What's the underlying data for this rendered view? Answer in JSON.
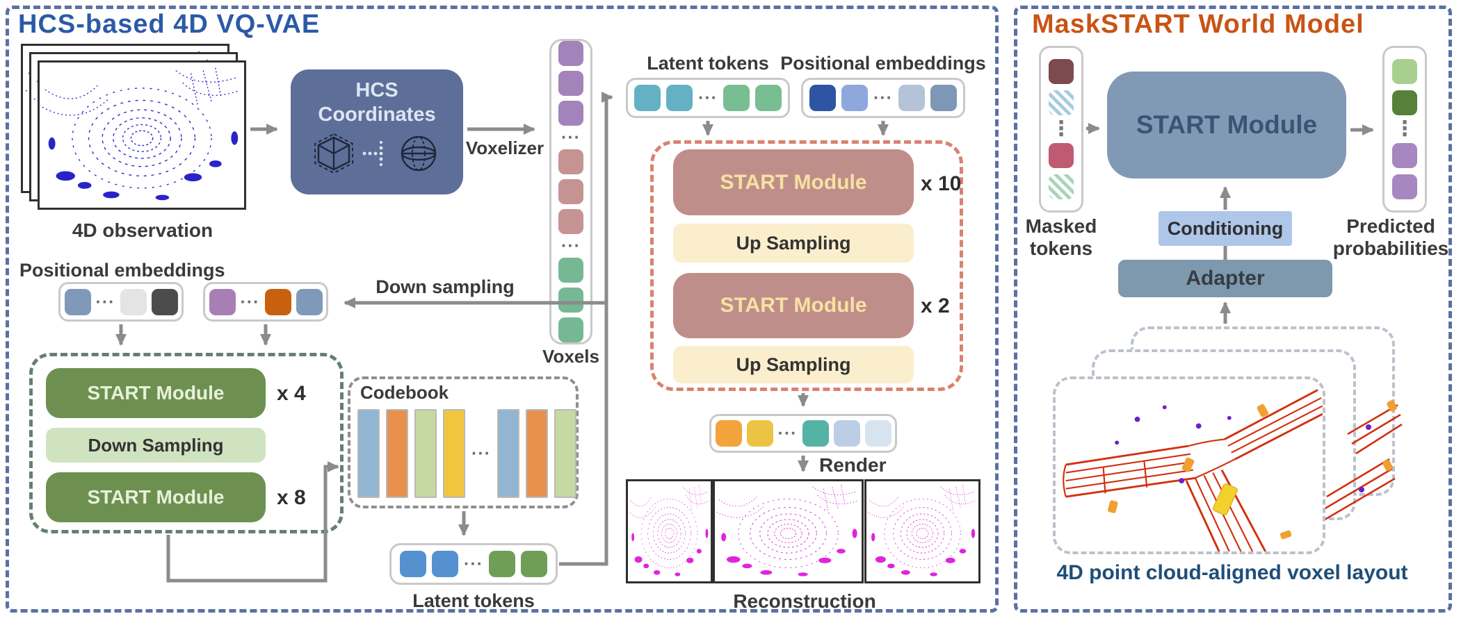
{
  "colors": {
    "panel_border": "#5b70a3",
    "left_title": "#2b5aa7",
    "right_title": "#c85415",
    "decoder_border": "#d9826f",
    "encoder_border": "#667f6f",
    "start_rose": "#c08e8a",
    "start_green": "#6d9051",
    "start_blue": "#8299b5",
    "up_sampling": "#fbeecd",
    "down_sampling_box": "#cfe3c0",
    "conditioning": "#aec6e8",
    "adapter": "#7e99ad",
    "hcs_box": "#5d6f99",
    "arrow": "#8b8b8b"
  },
  "left": {
    "title": "HCS-based 4D VQ-VAE",
    "observation_label": "4D observation",
    "hcs": {
      "line1": "HCS",
      "line2": "Coordinates"
    },
    "voxelizer_label": "Voxelizer",
    "voxels_label": "Voxels",
    "voxel_cells": [
      {
        "c": "#a383ba"
      },
      {
        "c": "#a383ba"
      },
      {
        "c": "#a383ba"
      },
      "dots",
      {
        "c": "#c59391"
      },
      {
        "c": "#c59391"
      },
      {
        "c": "#c59391"
      },
      "dots",
      {
        "c": "#77b894"
      },
      {
        "c": "#77b894"
      },
      {
        "c": "#77b894"
      }
    ],
    "latent_tokens_top": {
      "label": "Latent tokens",
      "tokens": [
        {
          "c": "#64b1c4"
        },
        {
          "c": "#64b1c4"
        },
        "dots",
        {
          "c": "#79bd92"
        },
        {
          "c": "#79bd92"
        }
      ]
    },
    "positional_top": {
      "label": "Positional embeddings",
      "tokens": [
        {
          "c": "#2d55a3"
        },
        {
          "c": "#8ea8de"
        },
        "dots",
        {
          "c": "#b5c3d8"
        },
        {
          "c": "#7e97b6"
        }
      ]
    },
    "decoder": {
      "start1": "START Module",
      "start1_mult": "x 10",
      "up1": "Up Sampling",
      "start2": "START Module",
      "start2_mult": "x 2",
      "up2": "Up Sampling"
    },
    "decoder_out_tokens": [
      {
        "c": "#f2a33c"
      },
      {
        "c": "#ecc343"
      },
      "dots",
      {
        "c": "#54b3a4"
      },
      {
        "c": "#bccde6"
      },
      {
        "c": "#d8e3f0"
      }
    ],
    "render_label": "Render",
    "reconstruction_label": "Reconstruction",
    "positional_left": {
      "label": "Positional embeddings",
      "box1": [
        {
          "c": "#8099b8"
        },
        "dots",
        {
          "c": "#e4e4e4"
        },
        {
          "c": "#4c4c4c"
        }
      ],
      "box2": [
        {
          "c": "#a87fb5"
        },
        "dots",
        {
          "c": "#c7600f"
        },
        {
          "c": "#8099b8"
        }
      ]
    },
    "down_sampling_label": "Down sampling",
    "encoder": {
      "start1": "START Module",
      "start1_mult": "x 4",
      "down": "Down Sampling",
      "start2": "START Module",
      "start2_mult": "x 8"
    },
    "codebook": {
      "label": "Codebook",
      "bars": [
        {
          "c": "#92b5d2"
        },
        {
          "c": "#e8914f"
        },
        {
          "c": "#c6d9a2"
        },
        {
          "c": "#f2c63c"
        },
        "dots",
        {
          "c": "#92b5d2"
        },
        {
          "c": "#e8914f"
        },
        {
          "c": "#c6d9a2"
        }
      ]
    },
    "latent_tokens_bottom": {
      "label": "Latent tokens",
      "tokens": [
        {
          "c": "#5591cf"
        },
        {
          "c": "#5591cf"
        },
        "dots",
        {
          "c": "#6f9e56"
        },
        {
          "c": "#6f9e56"
        }
      ]
    }
  },
  "right": {
    "title": "MaskSTART World Model",
    "masked": {
      "line1": "Masked",
      "line2": "tokens",
      "tokens": [
        {
          "c": "#7d4a4e"
        },
        {
          "h": "#a9cbe0"
        },
        "vdots",
        {
          "c": "#c05a72"
        },
        {
          "h": "#abd3b8"
        }
      ]
    },
    "start_module": "START Module",
    "conditioning": "Conditioning",
    "adapter": "Adapter",
    "predicted": {
      "line1": "Predicted",
      "line2": "probabilities",
      "tokens": [
        {
          "c": "#a8cf8e"
        },
        {
          "c": "#57803a"
        },
        "vdots",
        {
          "c": "#a687bf"
        },
        {
          "c": "#a687bf"
        }
      ]
    },
    "caption": "4D point cloud-aligned voxel layout"
  }
}
